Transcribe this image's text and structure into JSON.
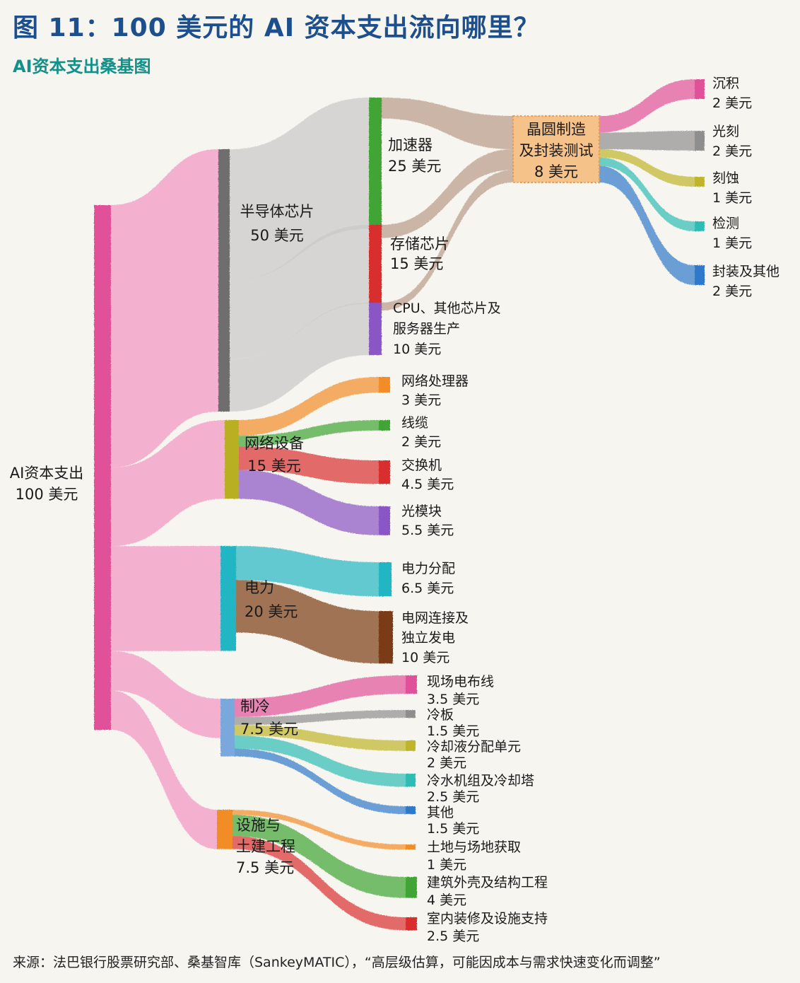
{
  "header": {
    "title": "图 11：100 美元的 AI 资本支出流向哪里？",
    "subtitle": "AI资本支出桑基图"
  },
  "footer": {
    "source": "来源：法巴银行股票研究部、桑基智库（SankeyMATIC），“高层级估算，可能因成本与需求快速变化而调整”"
  },
  "colors": {
    "root": "#e0519a",
    "semis": "#6e6e6e",
    "network": "#b8b020",
    "power": "#22b6c4",
    "cooling": "#7aa8dc",
    "facility": "#f28c28",
    "wafer": "#f5c28a"
  },
  "nodes": [
    {
      "id": "root",
      "lines": [
        "AI资本支出",
        "100 美元"
      ],
      "color": "#e0519a",
      "label_side": "left"
    },
    {
      "id": "semis",
      "lines": [
        "半导体芯片",
        "50 美元"
      ],
      "color": "#6e6e6e",
      "label_side": "right"
    },
    {
      "id": "network",
      "lines": [
        "网络设备",
        "15 美元"
      ],
      "color": "#b8b020",
      "label_side": "right"
    },
    {
      "id": "power",
      "lines": [
        "电力",
        "20 美元"
      ],
      "color": "#22b6c4",
      "label_side": "right"
    },
    {
      "id": "cooling",
      "lines": [
        "制冷",
        "7.5 美元"
      ],
      "color": "#7aa8dc",
      "label_side": "right"
    },
    {
      "id": "facility",
      "lines": [
        "设施与",
        "土建工程",
        "7.5 美元"
      ],
      "color": "#f28c28",
      "label_side": "right"
    },
    {
      "id": "accel",
      "lines": [
        "加速器",
        "25 美元"
      ],
      "color": "#3fa535",
      "label_side": "right"
    },
    {
      "id": "memory",
      "lines": [
        "存储芯片",
        "15 美元"
      ],
      "color": "#d92e2e",
      "label_side": "right"
    },
    {
      "id": "cpu",
      "lines": [
        "CPU、其他芯片及",
        "服务器生产",
        "10 美元"
      ],
      "color": "#8a55c4",
      "label_side": "right"
    },
    {
      "id": "wafer",
      "lines": [
        "晶圆制造",
        "及封装测试",
        "8 美元"
      ],
      "color": "#f5c28a",
      "label_side": "center"
    },
    {
      "id": "dep",
      "lines": [
        "沉积",
        "2 美元"
      ],
      "color": "#e0519a",
      "label_side": "right"
    },
    {
      "id": "litho",
      "lines": [
        "光刻",
        "2 美元"
      ],
      "color": "#8e8e8e",
      "label_side": "right"
    },
    {
      "id": "etch",
      "lines": [
        "刻蚀",
        "1 美元"
      ],
      "color": "#bfb52a",
      "label_side": "right"
    },
    {
      "id": "inspect",
      "lines": [
        "检测",
        "1 美元"
      ],
      "color": "#2fbdb5",
      "label_side": "right"
    },
    {
      "id": "pkg",
      "lines": [
        "封装及其他",
        "2 美元"
      ],
      "color": "#2f79c9",
      "label_side": "right"
    },
    {
      "id": "npu",
      "lines": [
        "网络处理器",
        "3 美元"
      ],
      "color": "#f28c28",
      "label_side": "right"
    },
    {
      "id": "cable",
      "lines": [
        "线缆",
        "2 美元"
      ],
      "color": "#3fa535",
      "label_side": "right"
    },
    {
      "id": "switch",
      "lines": [
        "交换机",
        "4.5 美元"
      ],
      "color": "#d92e2e",
      "label_side": "right"
    },
    {
      "id": "optic",
      "lines": [
        "光模块",
        "5.5 美元"
      ],
      "color": "#8a55c4",
      "label_side": "right"
    },
    {
      "id": "pdist",
      "lines": [
        "电力分配",
        "6.5 美元"
      ],
      "color": "#22b6c4",
      "label_side": "right"
    },
    {
      "id": "grid",
      "lines": [
        "电网连接及",
        "独立发电",
        "10 美元"
      ],
      "color": "#7a3a12",
      "label_side": "right"
    },
    {
      "id": "wiring",
      "lines": [
        "现场电布线",
        "3.5 美元"
      ],
      "color": "#e0519a",
      "label_side": "right"
    },
    {
      "id": "coldplate",
      "lines": [
        "冷板",
        "1.5 美元"
      ],
      "color": "#8e8e8e",
      "label_side": "right"
    },
    {
      "id": "cdu",
      "lines": [
        "冷却液分配单元",
        "2 美元"
      ],
      "color": "#bfb52a",
      "label_side": "right"
    },
    {
      "id": "chiller",
      "lines": [
        "冷水机组及冷却塔",
        "2.5 美元"
      ],
      "color": "#2fbdb5",
      "label_side": "right"
    },
    {
      "id": "coolother",
      "lines": [
        "其他",
        "1.5 美元"
      ],
      "color": "#2f79c9",
      "label_side": "right"
    },
    {
      "id": "land",
      "lines": [
        "土地与场地获取",
        "1 美元"
      ],
      "color": "#f28c28",
      "label_side": "right"
    },
    {
      "id": "shell",
      "lines": [
        "建筑外壳及结构工程",
        "4 美元"
      ],
      "color": "#3fa535",
      "label_side": "right"
    },
    {
      "id": "interior",
      "lines": [
        "室内装修及设施支持",
        "2.5 美元"
      ],
      "color": "#d92e2e",
      "label_side": "right"
    }
  ],
  "links": [
    {
      "from": "root",
      "to": "semis",
      "value": 50
    },
    {
      "from": "root",
      "to": "network",
      "value": 15
    },
    {
      "from": "root",
      "to": "power",
      "value": 20
    },
    {
      "from": "root",
      "to": "cooling",
      "value": 7.5
    },
    {
      "from": "root",
      "to": "facility",
      "value": 7.5
    },
    {
      "from": "semis",
      "to": "accel",
      "value": 25
    },
    {
      "from": "semis",
      "to": "memory",
      "value": 15
    },
    {
      "from": "semis",
      "to": "cpu",
      "value": 10
    },
    {
      "from": "accel",
      "to": "wafer",
      "value": 4
    },
    {
      "from": "memory",
      "to": "wafer",
      "value": 2.5
    },
    {
      "from": "cpu",
      "to": "wafer",
      "value": 1.5
    },
    {
      "from": "wafer",
      "to": "dep",
      "value": 2
    },
    {
      "from": "wafer",
      "to": "litho",
      "value": 2
    },
    {
      "from": "wafer",
      "to": "etch",
      "value": 1
    },
    {
      "from": "wafer",
      "to": "inspect",
      "value": 1
    },
    {
      "from": "wafer",
      "to": "pkg",
      "value": 2
    },
    {
      "from": "network",
      "to": "npu",
      "value": 3
    },
    {
      "from": "network",
      "to": "cable",
      "value": 2
    },
    {
      "from": "network",
      "to": "switch",
      "value": 4.5
    },
    {
      "from": "network",
      "to": "optic",
      "value": 5.5
    },
    {
      "from": "power",
      "to": "pdist",
      "value": 6.5
    },
    {
      "from": "power",
      "to": "grid",
      "value": 10
    },
    {
      "from": "cooling",
      "to": "wiring",
      "value": 3.5
    },
    {
      "from": "cooling",
      "to": "coldplate",
      "value": 1.5
    },
    {
      "from": "cooling",
      "to": "cdu",
      "value": 2
    },
    {
      "from": "cooling",
      "to": "chiller",
      "value": 2.5
    },
    {
      "from": "cooling",
      "to": "coolother",
      "value": 1.5
    },
    {
      "from": "facility",
      "to": "land",
      "value": 1
    },
    {
      "from": "facility",
      "to": "shell",
      "value": 4
    },
    {
      "from": "facility",
      "to": "interior",
      "value": 2.5
    }
  ]
}
